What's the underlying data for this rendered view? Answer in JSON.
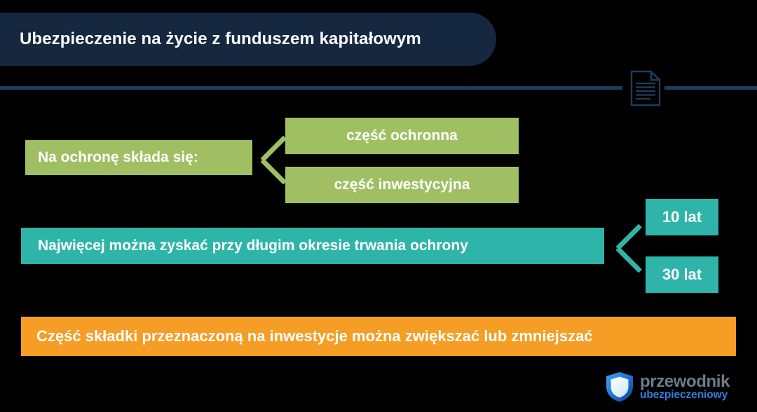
{
  "header": {
    "title": "Ubezpieczenie na życie z funduszem kapitałowym"
  },
  "divider": {
    "icon": "document-icon"
  },
  "sections": {
    "protection": {
      "label": "Na ochronę składa się:",
      "items": [
        {
          "label": "część ochronna"
        },
        {
          "label": "część inwestycyjna"
        }
      ],
      "color": "#a0bf63"
    },
    "duration": {
      "label": "Najwięcej można zyskać przy długim okresie trwania ochrony",
      "items": [
        {
          "label": "10 lat"
        },
        {
          "label": "30 lat"
        }
      ],
      "color": "#2fb4a9"
    },
    "premium": {
      "label": "Część składki przeznaczoną na inwestycje można zwiększać lub zmniejszać",
      "color": "#f59d24"
    }
  },
  "logo": {
    "icon": "shield-icon",
    "name_top": "przewodnik",
    "name_bottom": "ubezpieczeniowy"
  },
  "theme": {
    "background": "#000000",
    "banner": "#16283f",
    "divider": "#1d3d5f",
    "text": "#ffffff"
  }
}
